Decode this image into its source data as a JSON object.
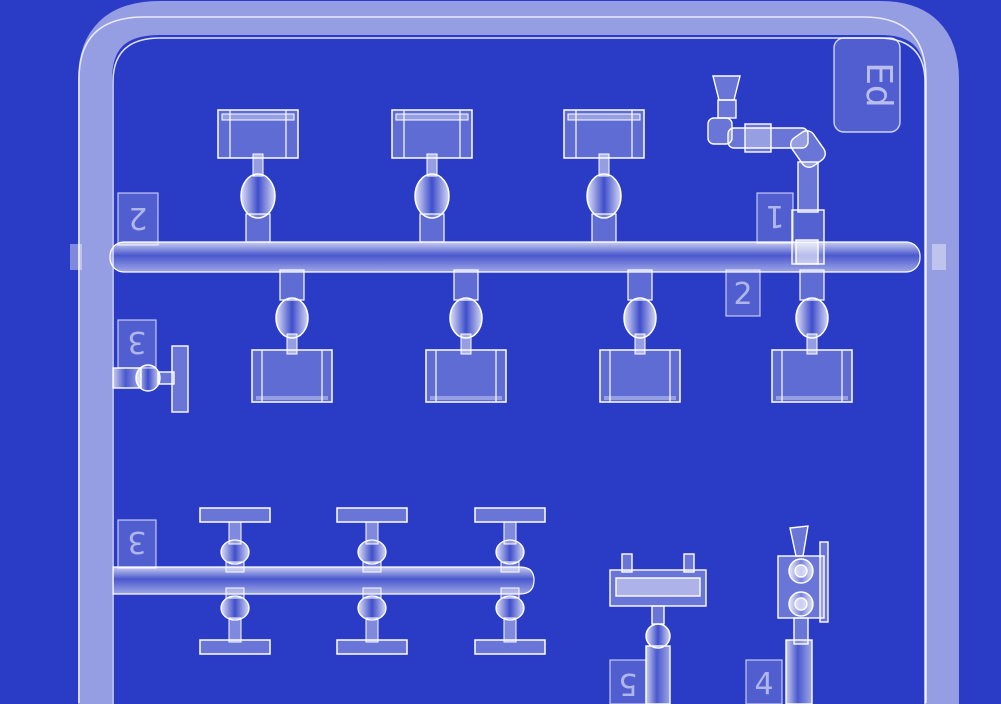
{
  "scene": {
    "subject": "clear plastic model kit sprue",
    "colors": {
      "background": "#2a3bc6",
      "plastic": "#ffffff"
    }
  },
  "part_numbers": [
    {
      "id": "num-2-left",
      "text": "2"
    },
    {
      "id": "num-1",
      "text": "1"
    },
    {
      "id": "num-2-right",
      "text": "2"
    },
    {
      "id": "num-3-upper",
      "text": "3"
    },
    {
      "id": "num-3-lower",
      "text": "3"
    },
    {
      "id": "num-5",
      "text": "5"
    },
    {
      "id": "num-4",
      "text": "4"
    }
  ],
  "sprue_mark": {
    "text": "Ed"
  }
}
